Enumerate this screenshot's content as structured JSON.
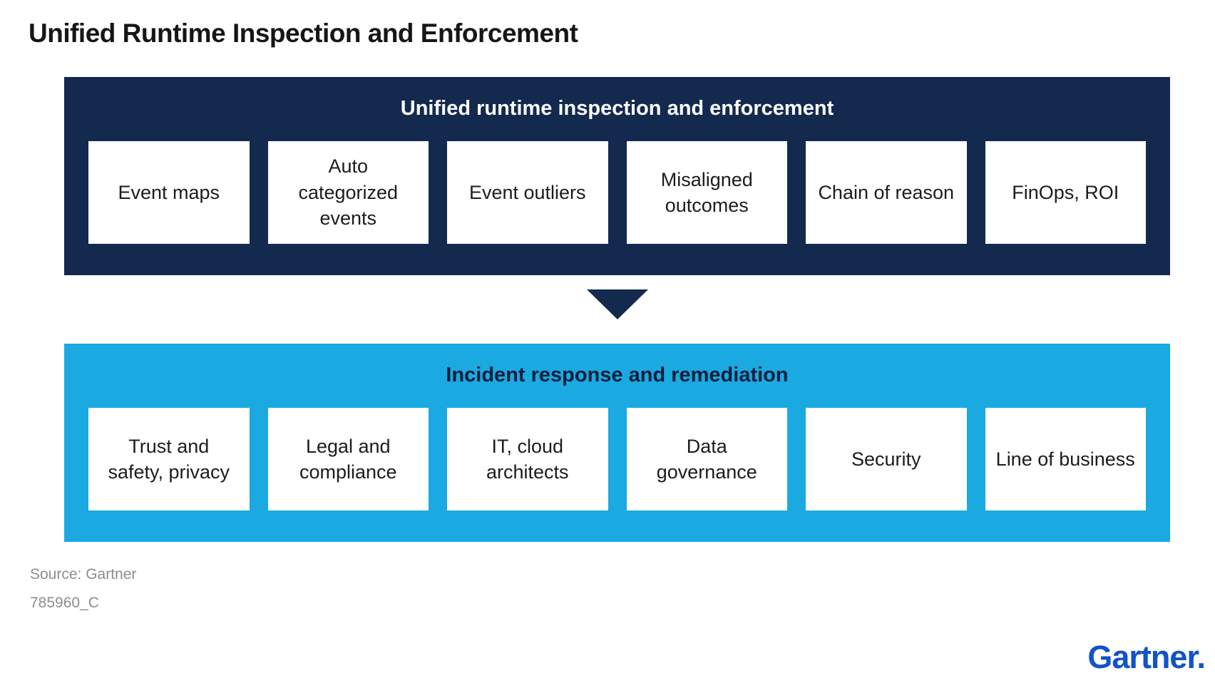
{
  "page_title": "Unified Runtime Inspection and Enforcement",
  "top_box": {
    "title": "Unified runtime inspection and enforcement",
    "items": [
      {
        "label": "Event maps"
      },
      {
        "label": "Auto categorized events"
      },
      {
        "label": "Event outliers"
      },
      {
        "label": "Misaligned outcomes"
      },
      {
        "label": "Chain of reason"
      },
      {
        "label": "FinOps, ROI"
      }
    ]
  },
  "bottom_box": {
    "title": "Incident response and remediation",
    "items": [
      {
        "label": "Trust and safety, privacy"
      },
      {
        "label": "Legal and compliance"
      },
      {
        "label": "IT, cloud architects"
      },
      {
        "label": "Data governance"
      },
      {
        "label": "Security"
      },
      {
        "label": "Line of business"
      }
    ]
  },
  "footer": {
    "source": "Source: Gartner",
    "doc_id": "785960_C"
  },
  "logo": {
    "text": "Gartner",
    "mark": "."
  },
  "colors": {
    "dark_navy": "#13294E",
    "light_blue": "#1BA9E1",
    "card_bg": "#FFFFFF",
    "card_text": "#1C1C1C",
    "footer_text": "#8D8D8D",
    "logo_blue": "#1352C8"
  }
}
